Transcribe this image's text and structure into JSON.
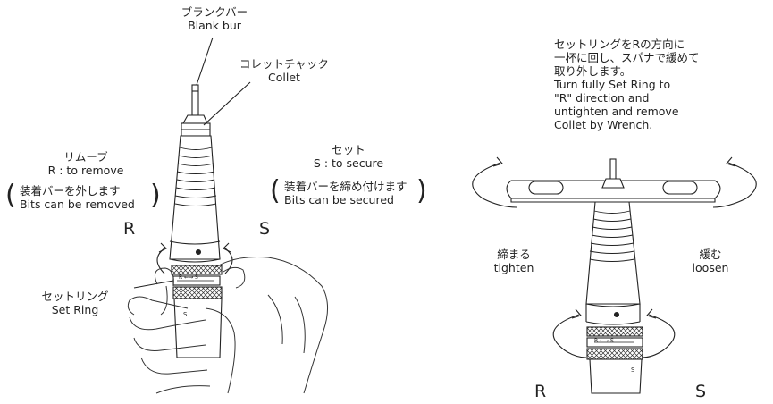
{
  "left": {
    "blank_bur": {
      "jp": "ブランクバー",
      "en": "Blank bur"
    },
    "collet": {
      "jp": "コレットチャック",
      "en": "Collet"
    },
    "remove": {
      "jp": "リムーブ",
      "en": "R : to remove",
      "note_jp": "装着バーを外します",
      "note_en": "Bits can be removed"
    },
    "secure": {
      "jp": "セット",
      "en": "S : to secure",
      "note_jp": "装着バーを締め付けます",
      "note_en": "Bits can be secured"
    },
    "set_ring": {
      "jp": "セットリング",
      "en": "Set Ring"
    },
    "r_letter": "R",
    "s_letter": "S",
    "ring_marking": "R ←→ S",
    "body_mark": "S"
  },
  "right": {
    "instruction_jp": [
      "セットリングをRの方向に",
      "一杯に回し、スパナで緩めて",
      "取り外します。"
    ],
    "instruction_en": [
      "Turn fully Set Ring to",
      "\"R\" direction and",
      "untighten and remove",
      "Collet by Wrench."
    ],
    "tighten": {
      "jp": "締まる",
      "en": "tighten"
    },
    "loosen": {
      "jp": "緩む",
      "en": "loosen"
    },
    "r_letter": "R",
    "s_letter": "S",
    "ring_marking": "R ←→ S",
    "body_mark": "S"
  }
}
